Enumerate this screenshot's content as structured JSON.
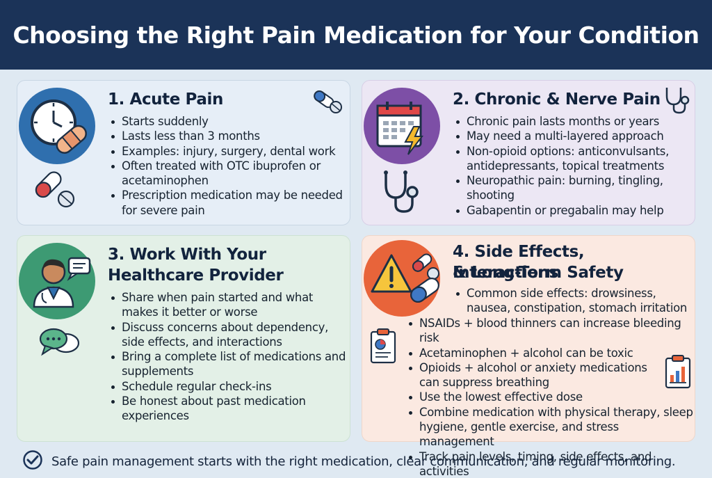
{
  "title": "Choosing the Right Pain Medication for Your Condition",
  "sections": [
    {
      "heading": "1. Acute Pain",
      "bullets": [
        "Starts suddenly",
        "Lasts less than 3 months",
        "Examples: injury, surgery, dental work",
        "Often treated with OTC ibuprofen or acetaminophen",
        "Prescription medication may be needed for severe pain"
      ]
    },
    {
      "heading": "2. Chronic & Nerve Pain",
      "bullets": [
        "Chronic pain lasts months or years",
        "May need a multi-layered approach",
        "Non-opioid options: anticonvulsants, antidepressants, topical treatments",
        "Neuropathic pain: burning, tingling, shooting",
        "Gabapentin or pregabalin may help"
      ]
    },
    {
      "heading_line1": "3. Work With Your",
      "heading_line2": "Healthcare Provider",
      "bullets": [
        "Share when pain started and what makes it better or worse",
        "Discuss concerns about dependency, side effects, and interactions",
        "Bring a complete list of medications and supplements",
        "Schedule regular check-ins",
        "Be honest about past medication experiences"
      ]
    },
    {
      "heading_line1": "4. Side Effects, Interactions",
      "heading_line2": "& Long-Term Safety",
      "bullets": [
        "Common side effects: drowsiness, nausea, constipation, stomach irritation",
        "NSAIDs + blood thinners can increase bleeding risk",
        "Acetaminophen + alcohol can be toxic",
        "Opioids + alcohol or anxiety medications can suppress breathing",
        "Use the lowest effective dose",
        "Combine medication with physical therapy, sleep hygiene, gentle exercise, and stress management",
        "Track pain levels, timing, side effects, and activities"
      ]
    }
  ],
  "footer": "Safe pain management starts with the right medication, clear communication, and regular monitoring.",
  "colors": {
    "header": "#1b3358",
    "acute_circle": "#2f6fae",
    "chronic_circle": "#7d4fa6",
    "provider_circle": "#3d9a73",
    "safety_circle": "#e8643a"
  },
  "icons": [
    "clock-bandage-icon",
    "pill-icon",
    "calendar-lightning-icon",
    "stethoscope-icon",
    "doctor-icon",
    "chat-bubble-icon",
    "warning-pills-icon",
    "clipboard-chart-icon"
  ]
}
